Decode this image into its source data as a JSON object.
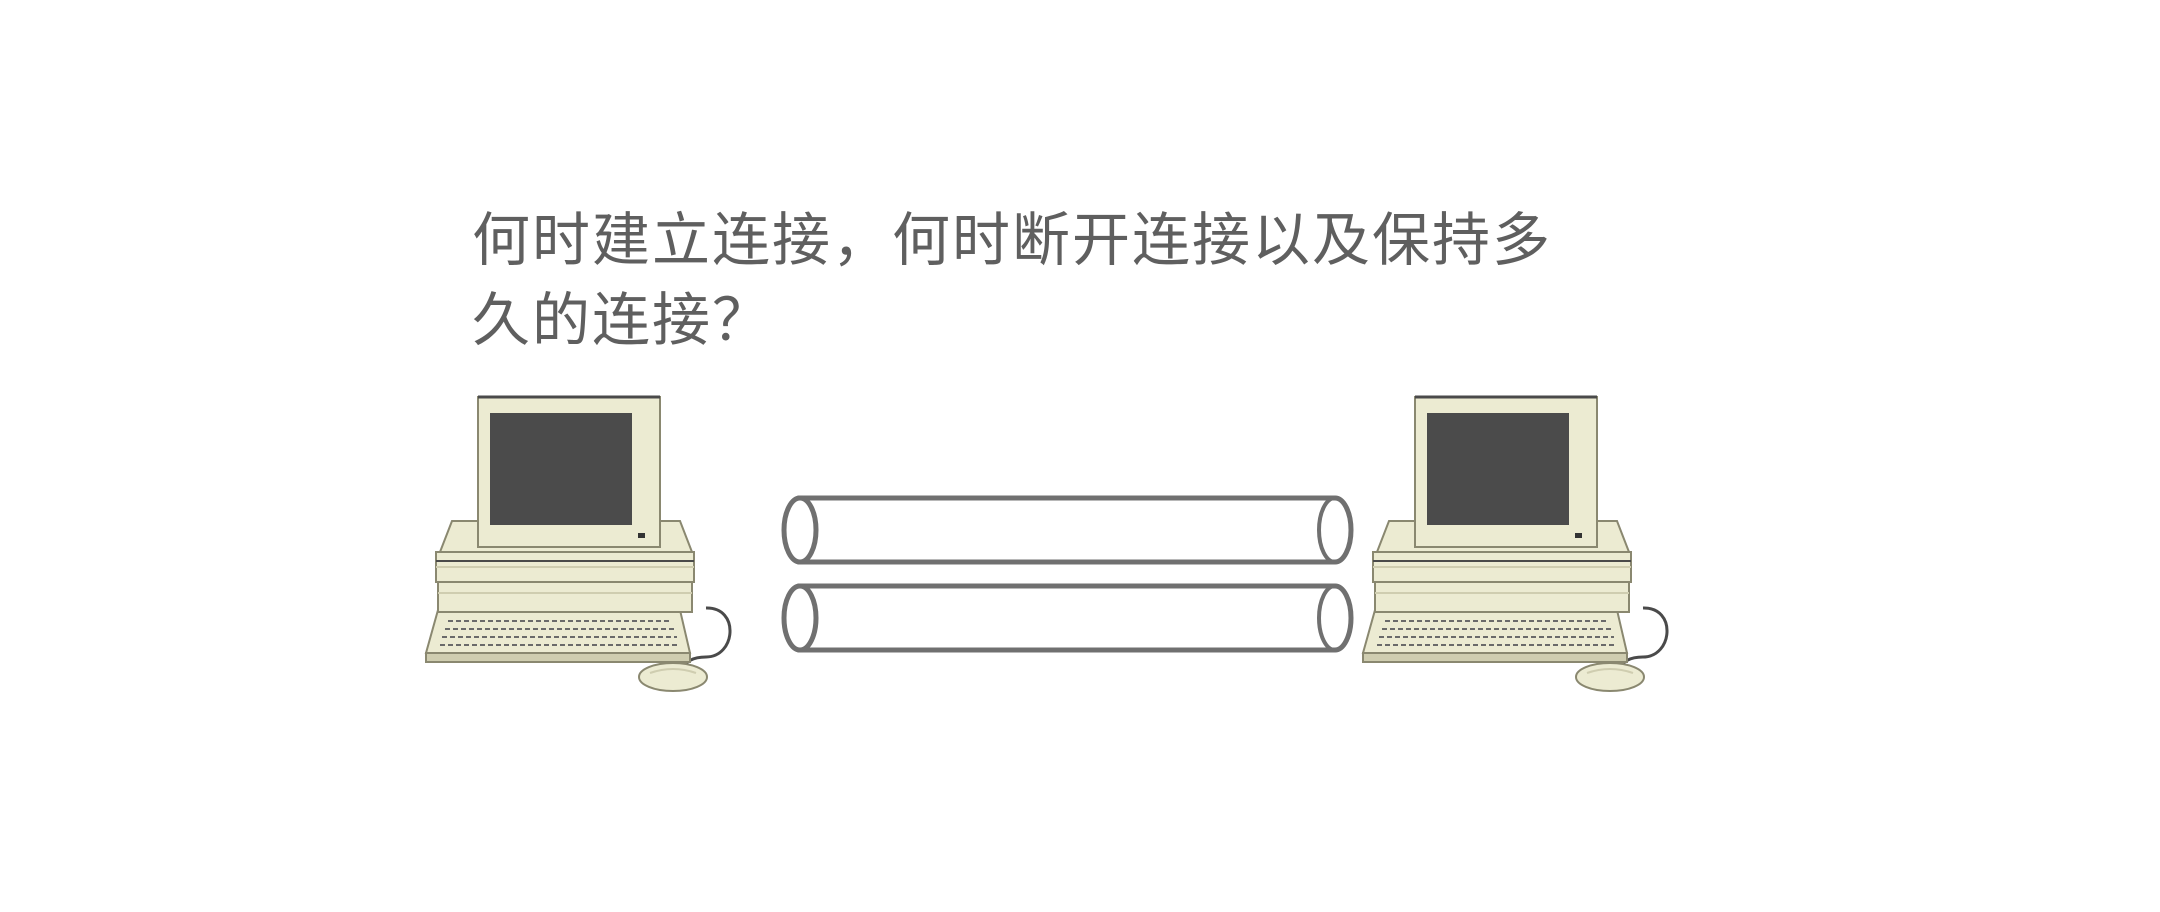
{
  "question": {
    "line1": "何时建立连接，何时断开连接以及保持多",
    "line2": "久的连接？"
  },
  "diagram": {
    "nodes": [
      {
        "id": "computer-left",
        "icon": "desktop-computer-icon"
      },
      {
        "id": "computer-right",
        "icon": "desktop-computer-icon"
      }
    ],
    "links": [
      {
        "id": "pipe-top",
        "icon": "pipe-icon",
        "from": "computer-left",
        "to": "computer-right"
      },
      {
        "id": "pipe-bottom",
        "icon": "pipe-icon",
        "from": "computer-left",
        "to": "computer-right"
      }
    ],
    "colors": {
      "text": "#5f5f5f",
      "case": "#ecebd2",
      "case_shadow": "#cfcdb0",
      "outline": "#8a8870",
      "screen": "#4b4b4b",
      "pipe_stroke": "#707070",
      "pipe_fill": "#ffffff"
    }
  }
}
